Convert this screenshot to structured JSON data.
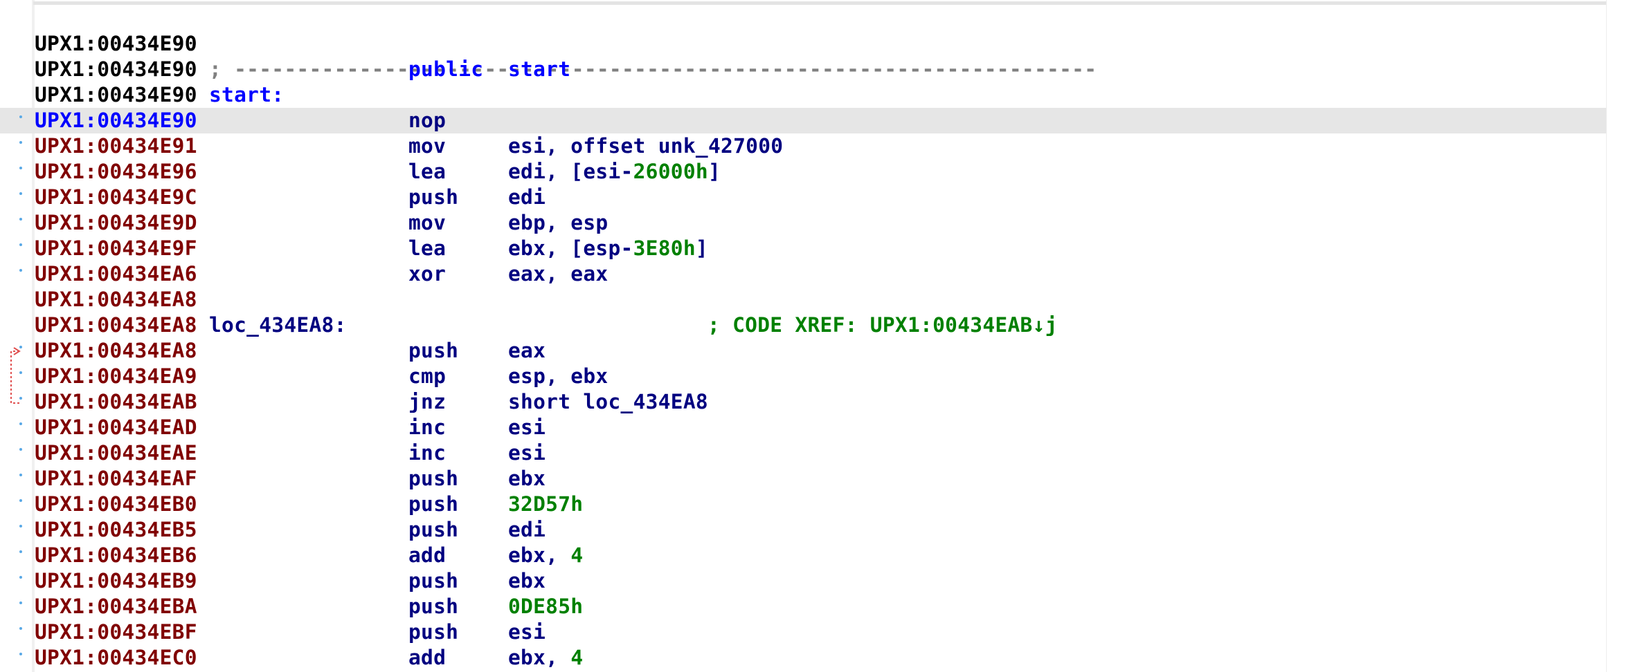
{
  "header": {
    "row_address": "UPX1:00434E90",
    "separator": "; ---------------------------------------------------------------------"
  },
  "rows": [
    {
      "address": "UPX1:00434E90",
      "addr_color": "#000000"
    },
    {
      "address": "UPX1:00434E90",
      "addr_color": "#000000",
      "mnemonic": "public",
      "operand": "start"
    },
    {
      "address": "UPX1:00434E90",
      "addr_color": "#000000",
      "label": "start:"
    },
    {
      "address": "UPX1:00434E90",
      "addr_color": "#0000ff",
      "mnemonic": "nop",
      "selected": true,
      "dot": true
    },
    {
      "address": "UPX1:00434E91",
      "mnemonic": "mov",
      "operand": "esi, offset unk_427000",
      "dot": true
    },
    {
      "address": "UPX1:00434E96",
      "mnemonic": "lea",
      "operand_pre": "edi, [esi-",
      "operand_num": "26000h",
      "operand_post": "]",
      "dot": true
    },
    {
      "address": "UPX1:00434E9C",
      "mnemonic": "push",
      "operand": "edi",
      "dot": true
    },
    {
      "address": "UPX1:00434E9D",
      "mnemonic": "mov",
      "operand": "ebp, esp",
      "dot": true
    },
    {
      "address": "UPX1:00434E9F",
      "mnemonic": "lea",
      "operand_pre": "ebx, [esp-",
      "operand_num": "3E80h",
      "operand_post": "]",
      "dot": true
    },
    {
      "address": "UPX1:00434EA6",
      "mnemonic": "xor",
      "operand": "eax, eax",
      "dot": true
    },
    {
      "address": "UPX1:00434EA8"
    },
    {
      "address": "UPX1:00434EA8",
      "label": "loc_434EA8:",
      "comment": "; CODE XREF: UPX1:00434EAB↓j"
    },
    {
      "address": "UPX1:00434EA8",
      "mnemonic": "push",
      "operand": "eax",
      "dot": true
    },
    {
      "address": "UPX1:00434EA9",
      "mnemonic": "cmp",
      "operand": "esp, ebx",
      "dot": true
    },
    {
      "address": "UPX1:00434EAB",
      "mnemonic": "jnz",
      "operand": "short loc_434EA8",
      "dot": true
    },
    {
      "address": "UPX1:00434EAD",
      "mnemonic": "inc",
      "operand": "esi",
      "dot": true
    },
    {
      "address": "UPX1:00434EAE",
      "mnemonic": "inc",
      "operand": "esi",
      "dot": true
    },
    {
      "address": "UPX1:00434EAF",
      "mnemonic": "push",
      "operand": "ebx",
      "dot": true
    },
    {
      "address": "UPX1:00434EB0",
      "mnemonic": "push",
      "operand_num": "32D57h",
      "dot": true
    },
    {
      "address": "UPX1:00434EB5",
      "mnemonic": "push",
      "operand": "edi",
      "dot": true
    },
    {
      "address": "UPX1:00434EB6",
      "mnemonic": "add",
      "operand_pre": "ebx, ",
      "operand_num": "4",
      "dot": true
    },
    {
      "address": "UPX1:00434EB9",
      "mnemonic": "push",
      "operand": "ebx",
      "dot": true
    },
    {
      "address": "UPX1:00434EBA",
      "mnemonic": "push",
      "operand_num": "0DE85h",
      "dot": true
    },
    {
      "address": "UPX1:00434EBF",
      "mnemonic": "push",
      "operand": "esi",
      "dot": true
    },
    {
      "address": "UPX1:00434EC0",
      "mnemonic": "add",
      "operand_pre": "ebx, ",
      "operand_num": "4",
      "dot": true
    }
  ],
  "colors": {
    "address_default": "#800000",
    "label": "#000080",
    "keyword": "#0000ff",
    "instruction": "#000080",
    "number": "#008000",
    "comment": "#008000",
    "separator": "#808080",
    "selection": "#e6e6e6",
    "marker_dot": "#5aa9e6",
    "jump_arrow": "#e05050"
  }
}
